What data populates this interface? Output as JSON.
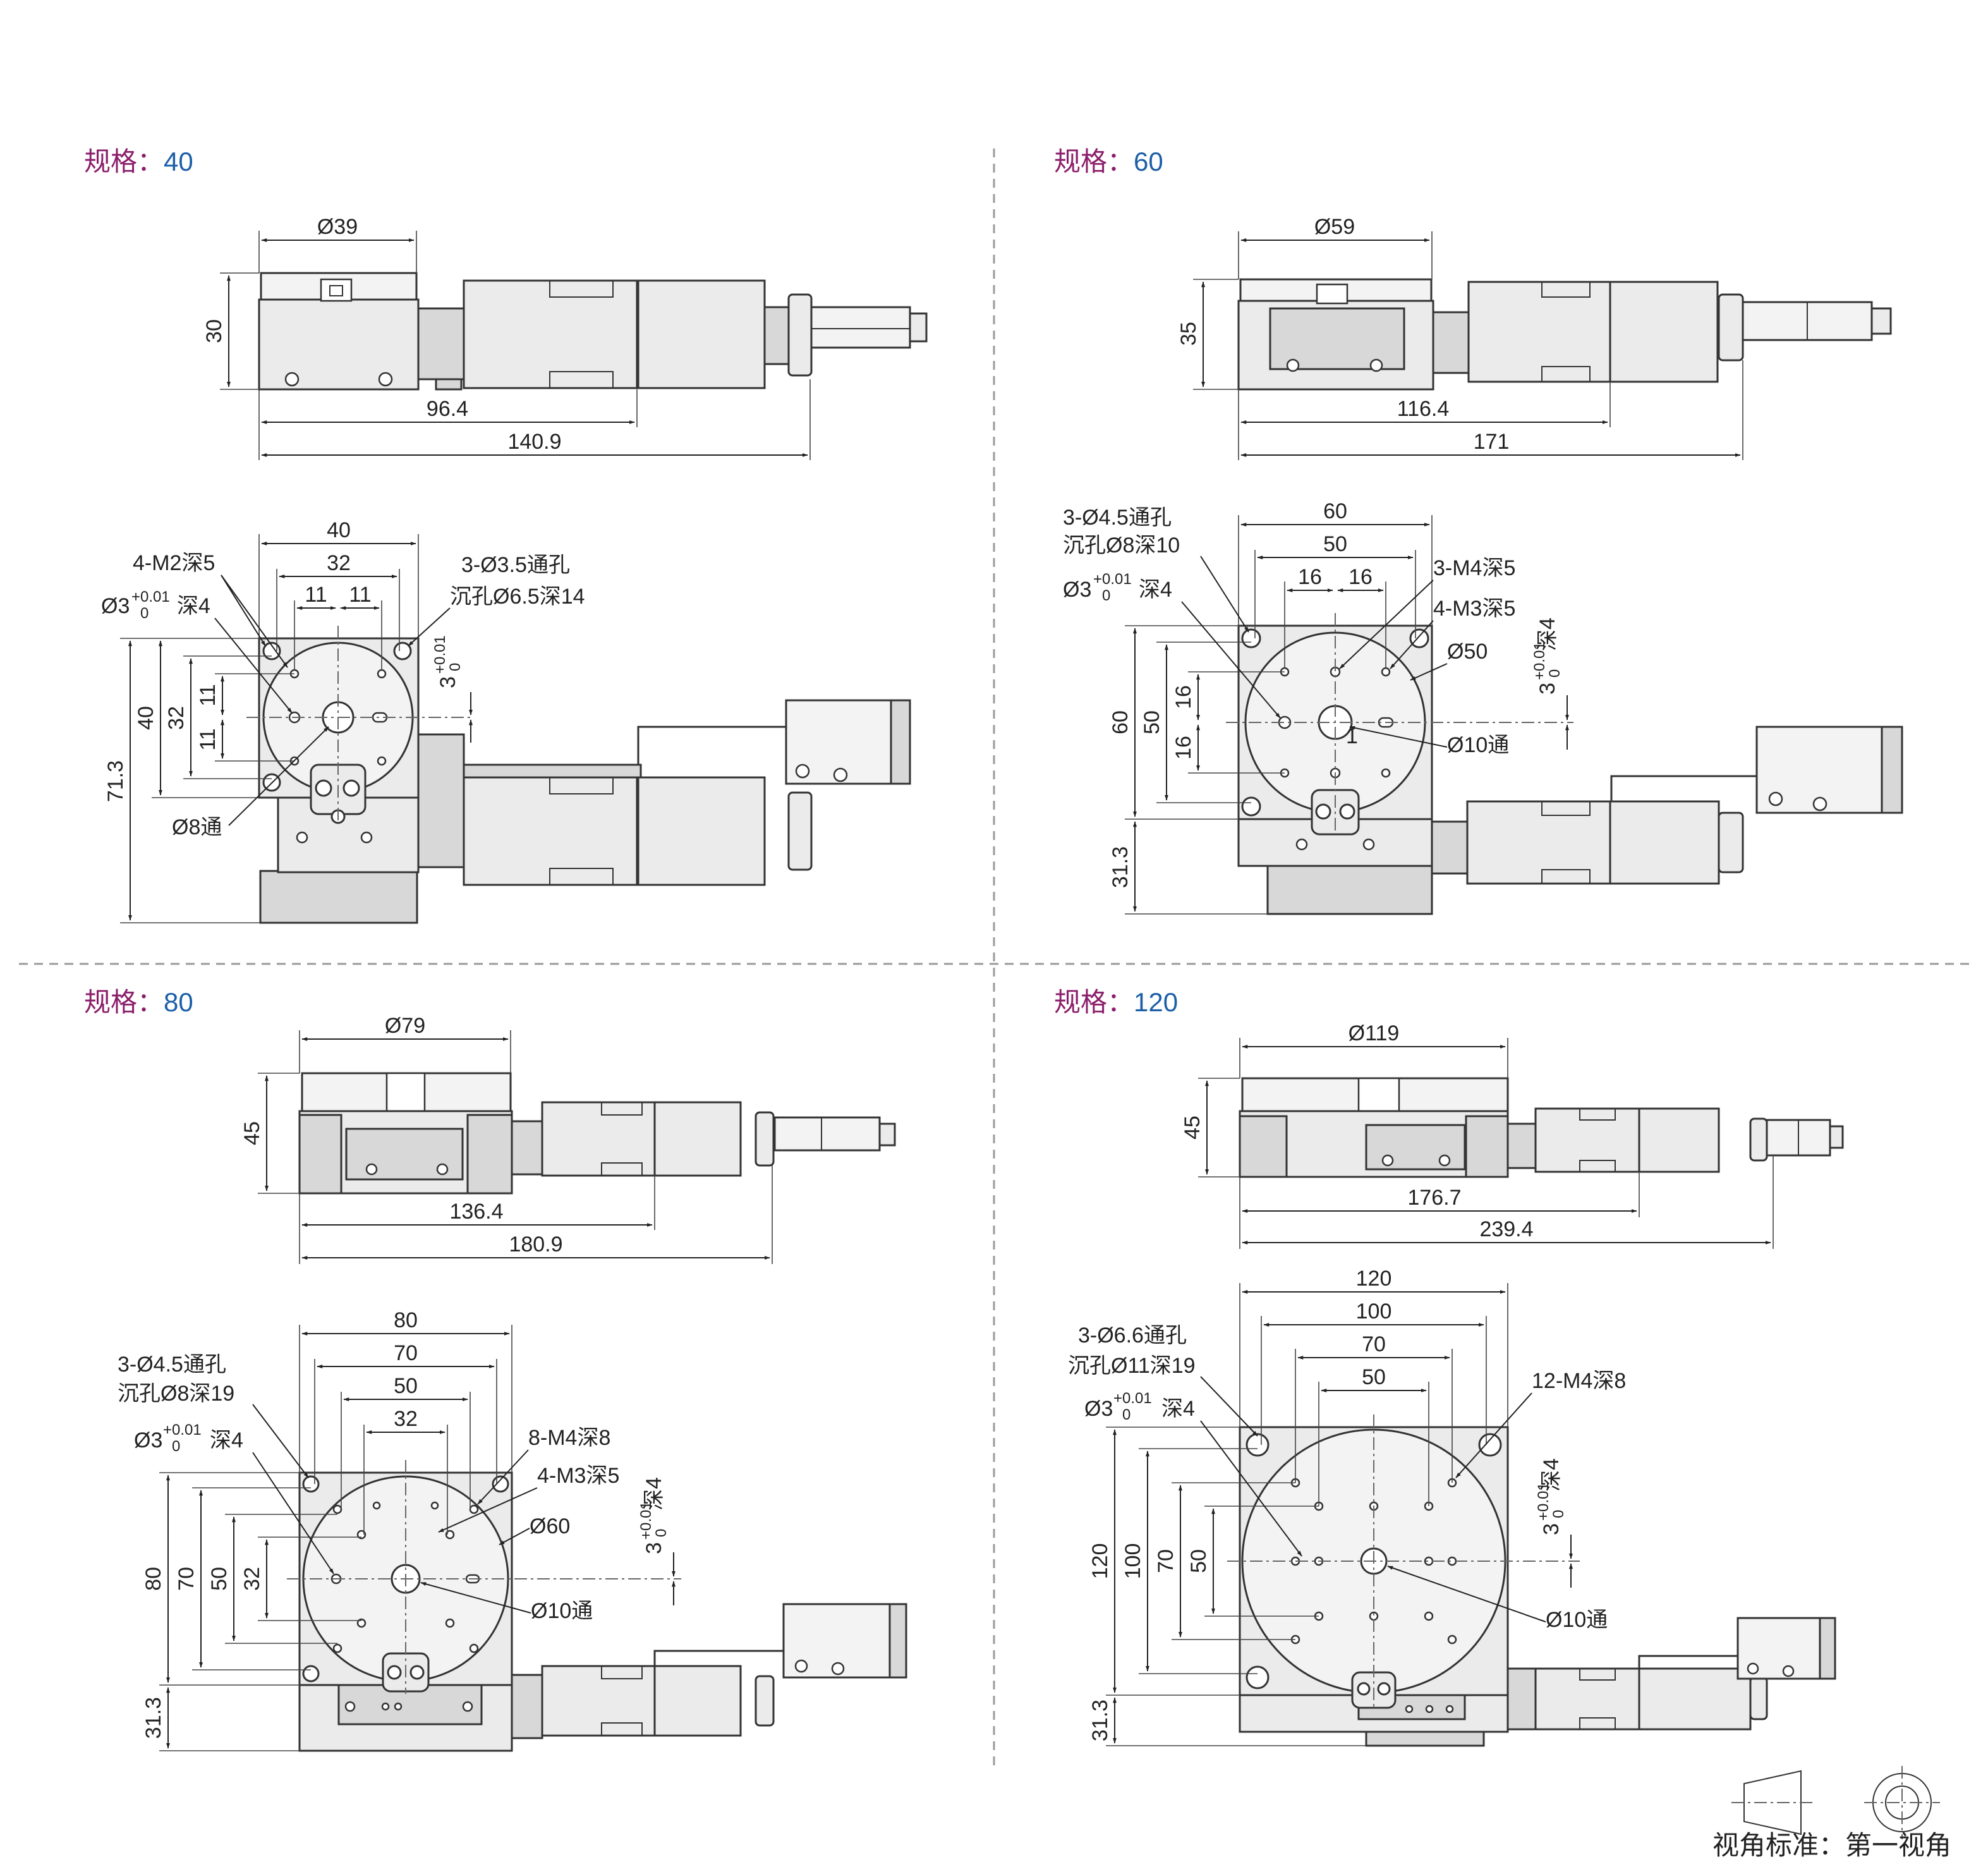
{
  "colors": {
    "label_key": "#8b1e6b",
    "label_value": "#1c5fa8",
    "line": "#333333",
    "fill": "#ebebeb"
  },
  "panels": [
    {
      "spec_key": "规格：",
      "spec_value": "40",
      "side_dims": {
        "dia": "Ø39",
        "height": "30",
        "len1": "96.4",
        "len2": "140.9"
      },
      "top_dims": {
        "w_outer": "40",
        "w_inner": "32",
        "w_a": "11",
        "w_b": "11",
        "h_total": "71.3",
        "h_outer": "40",
        "h_inner": "32",
        "h_a": "11",
        "h_b": "11",
        "tol_v": "3+0.01 0",
        "tol_base": "3",
        "tol_up": "+0.01",
        "tol_lo": "0",
        "thru_center": "Ø8通"
      },
      "notes": {
        "tap": "4-M2深5",
        "pin": "Ø3",
        "pin_tol_up": "+0.01",
        "pin_tol_lo": "0",
        "pin_depth": "深4",
        "through": "3-Ø3.5通孔",
        "counterbore": "沉孔Ø6.5深14"
      }
    },
    {
      "spec_key": "规格：",
      "spec_value": "60",
      "side_dims": {
        "dia": "Ø59",
        "height": "35",
        "len1": "116.4",
        "len2": "171"
      },
      "top_dims": {
        "w_outer": "60",
        "w_inner": "50",
        "w_a": "16",
        "w_b": "16",
        "h_total": "31.3",
        "h_outer": "60",
        "h_inner": "50",
        "h_a": "16",
        "h_b": "16",
        "tol_base": "3",
        "tol_up": "+0.01",
        "tol_lo": "0",
        "tol_depth": "深4",
        "dia_circle": "Ø50",
        "thru_center": "Ø10通",
        "one": "1"
      },
      "notes": {
        "through": "3-Ø4.5通孔",
        "counterbore": "沉孔Ø8深10",
        "pin": "Ø3",
        "pin_tol_up": "+0.01",
        "pin_tol_lo": "0",
        "pin_depth": "深4",
        "tap1": "3-M4深5",
        "tap2": "4-M3深5"
      }
    },
    {
      "spec_key": "规格：",
      "spec_value": "80",
      "side_dims": {
        "dia": "Ø79",
        "height": "45",
        "len1": "136.4",
        "len2": "180.9"
      },
      "top_dims": {
        "w1": "80",
        "w2": "70",
        "w3": "50",
        "w4": "32",
        "h1": "80",
        "h2": "70",
        "h3": "50",
        "h4": "32",
        "h_base": "31.3",
        "tol_base": "3",
        "tol_up": "+0.01",
        "tol_lo": "0",
        "tol_depth": "深4",
        "dia_circle": "Ø60",
        "thru_center": "Ø10通"
      },
      "notes": {
        "through": "3-Ø4.5通孔",
        "counterbore": "沉孔Ø8深19",
        "pin": "Ø3",
        "pin_tol_up": "+0.01",
        "pin_tol_lo": "0",
        "pin_depth": "深4",
        "tap1": "8-M4深8",
        "tap2": "4-M3深5"
      }
    },
    {
      "spec_key": "规格：",
      "spec_value": "120",
      "side_dims": {
        "dia": "Ø119",
        "height": "45",
        "len1": "176.7",
        "len2": "239.4"
      },
      "top_dims": {
        "w1": "120",
        "w2": "100",
        "w3": "70",
        "w4": "50",
        "h1": "120",
        "h2": "100",
        "h3": "70",
        "h4": "50",
        "h_base": "31.3",
        "tol_base": "3",
        "tol_up": "+0.01",
        "tol_lo": "0",
        "tol_depth": "深4",
        "thru_center": "Ø10通"
      },
      "notes": {
        "through": "3-Ø6.6通孔",
        "counterbore": "沉孔Ø11深19",
        "pin": "Ø3",
        "pin_tol_up": "+0.01",
        "pin_tol_lo": "0",
        "pin_depth": "深4",
        "tap1": "12-M4深8"
      }
    }
  ],
  "projection": {
    "caption": "视角标准：第一视角"
  }
}
